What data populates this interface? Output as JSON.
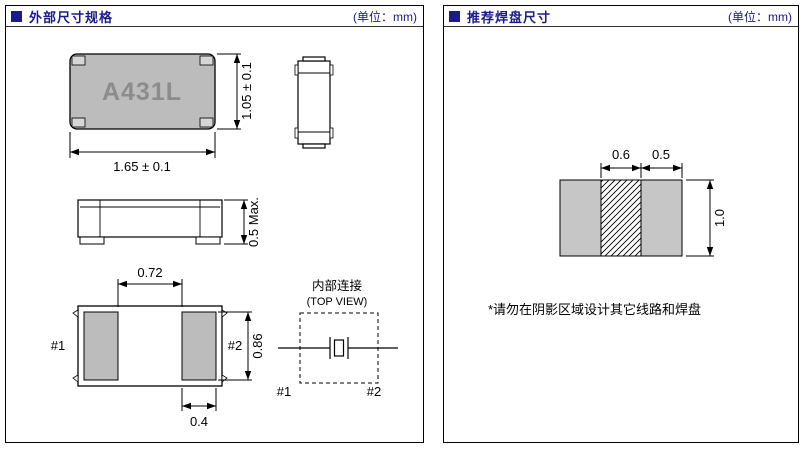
{
  "colors": {
    "accent": "#1a1a8c",
    "component_fill": "#bcbcbc",
    "pad_fill": "#c6c6c6",
    "line": "#000000"
  },
  "left_panel": {
    "title": "外部尺寸规格",
    "unit": "(单位：mm)",
    "top_view": {
      "part_label": "A431L",
      "width": "1.65 ± 0.1",
      "height": "1.05 ± 0.1"
    },
    "side_view": {
      "height": "0.5 Max."
    },
    "bottom_view": {
      "pad_gap": "0.72",
      "pad_height": "0.86",
      "pad_width": "0.4",
      "pin1": "#1",
      "pin2": "#2"
    },
    "internal_connection": {
      "title": "内部连接",
      "subtitle": "(TOP VIEW)",
      "pin1": "#1",
      "pin2": "#2"
    }
  },
  "right_panel": {
    "title": "推荐焊盘尺寸",
    "unit": "(单位：mm)",
    "land_pattern": {
      "gap_width": "0.6",
      "pad_width": "0.5",
      "pad_height": "1.0"
    },
    "note": "*请勿在阴影区域设计其它线路和焊盘"
  }
}
